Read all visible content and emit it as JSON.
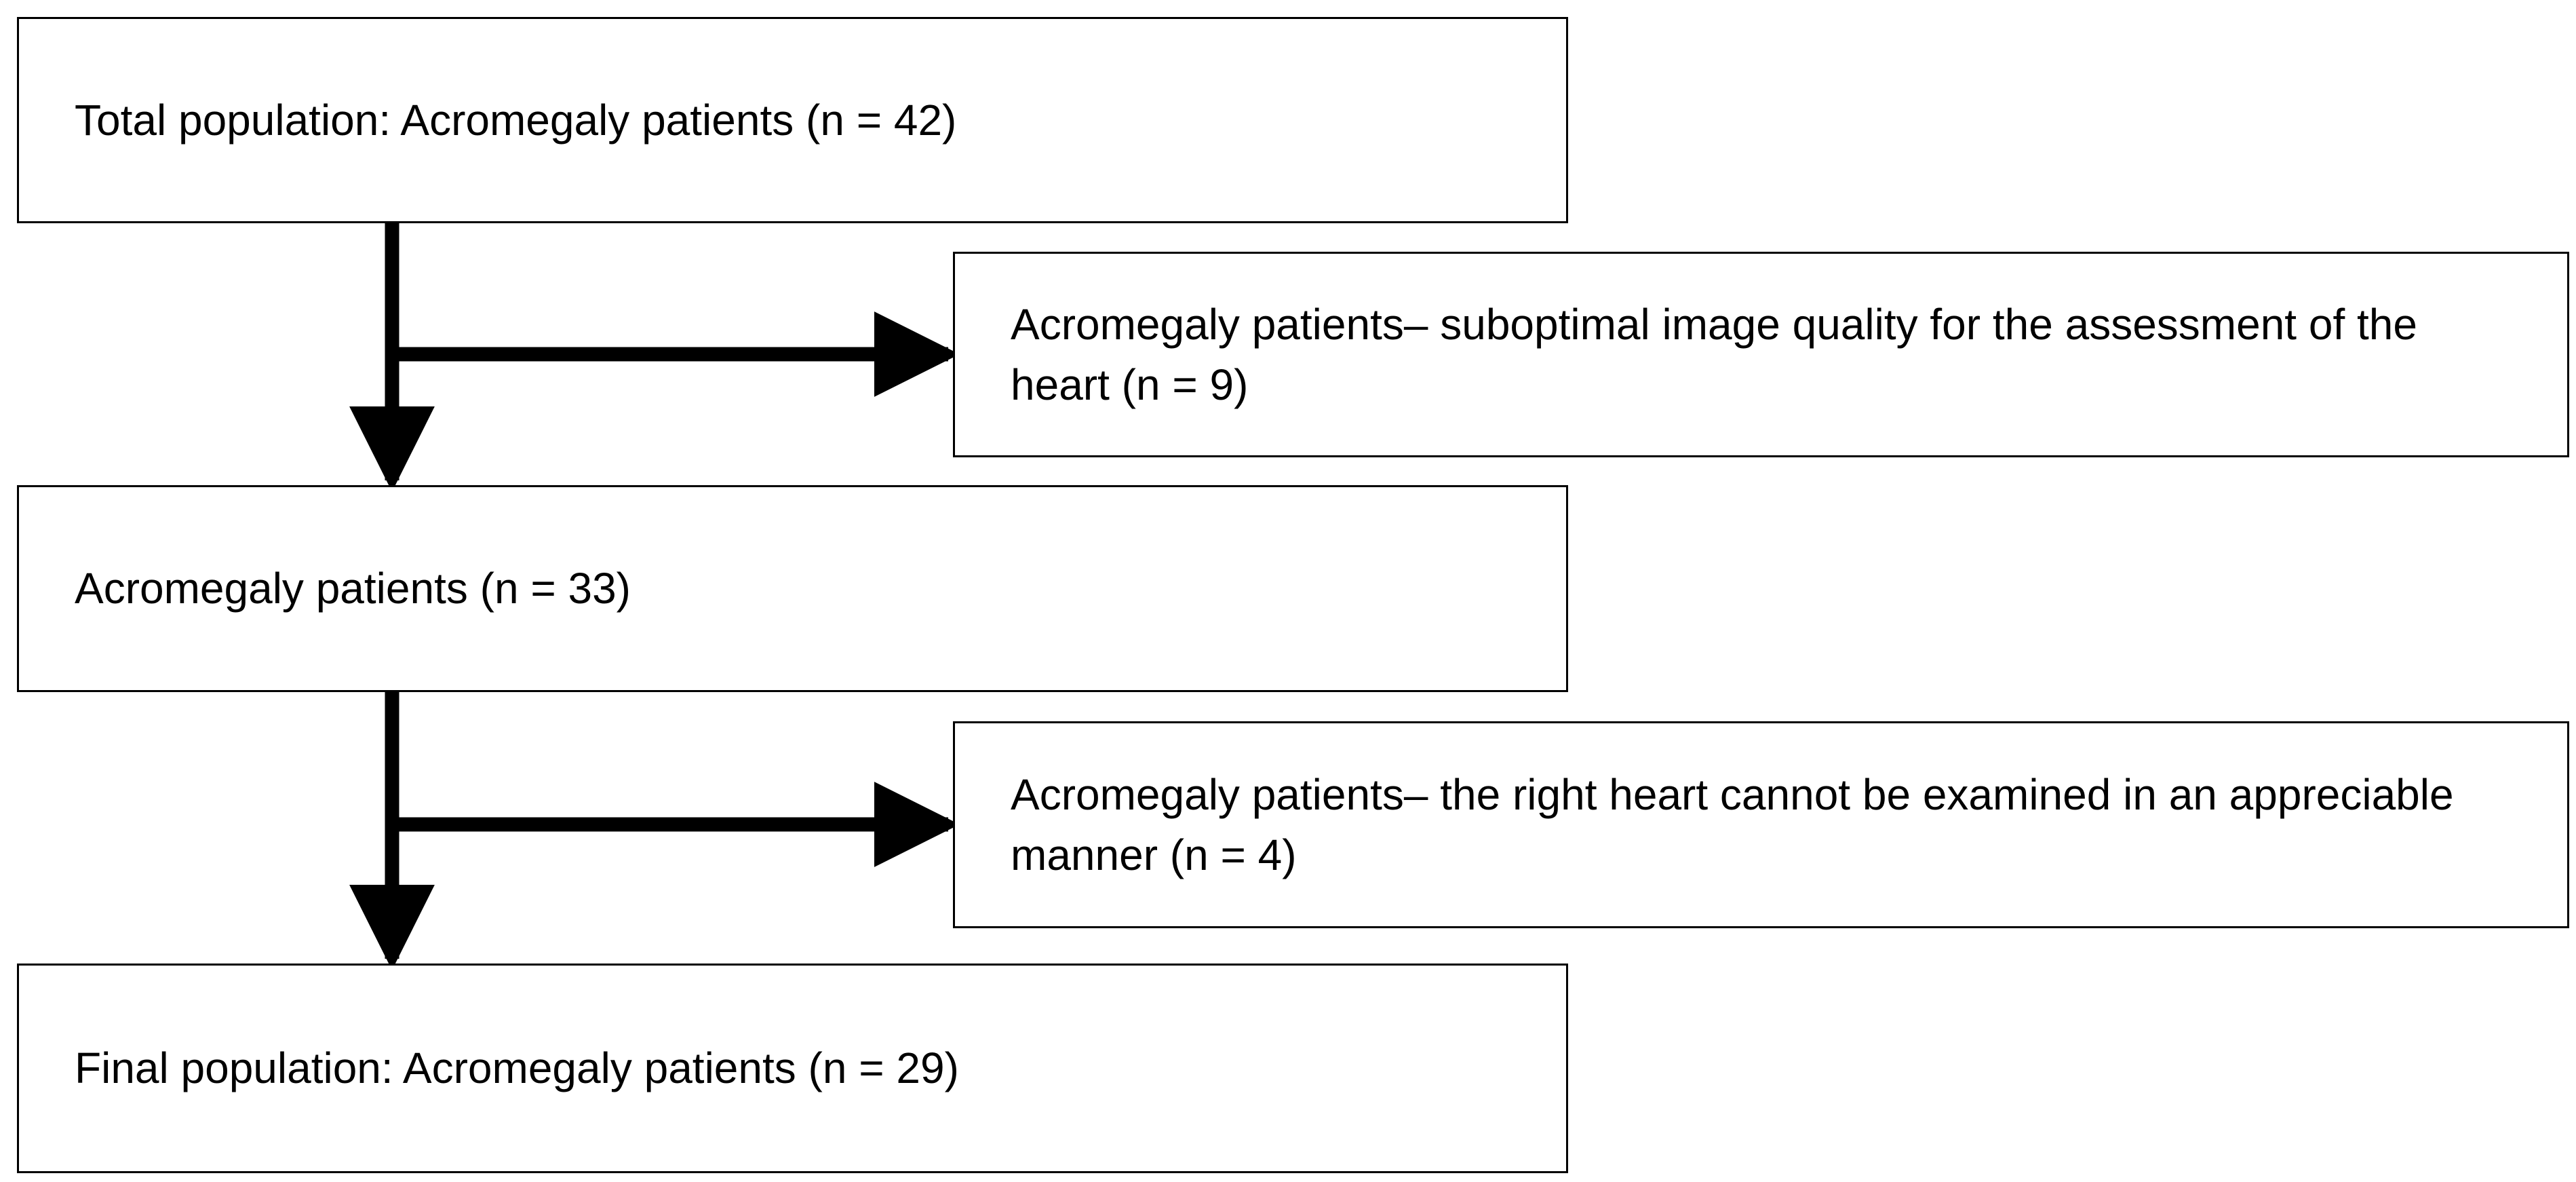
{
  "flowchart": {
    "nodes": [
      {
        "id": "total",
        "text": "Total population: Acromegaly patients (n = 42)"
      },
      {
        "id": "excl1",
        "text": "Acromegaly patients– suboptimal image quality for the assessment of the heart (n = 9)"
      },
      {
        "id": "mid",
        "text": "Acromegaly patients (n = 33)"
      },
      {
        "id": "excl2",
        "text": "Acromegaly patients– the right heart cannot be examined in an appreciable manner (n = 4)"
      },
      {
        "id": "final",
        "text": "Final population: Acromegaly patients (n = 29)"
      }
    ],
    "edges": [
      {
        "from": "total",
        "to": "mid"
      },
      {
        "from": "total",
        "to": "excl1"
      },
      {
        "from": "mid",
        "to": "final"
      },
      {
        "from": "mid",
        "to": "excl2"
      }
    ]
  }
}
